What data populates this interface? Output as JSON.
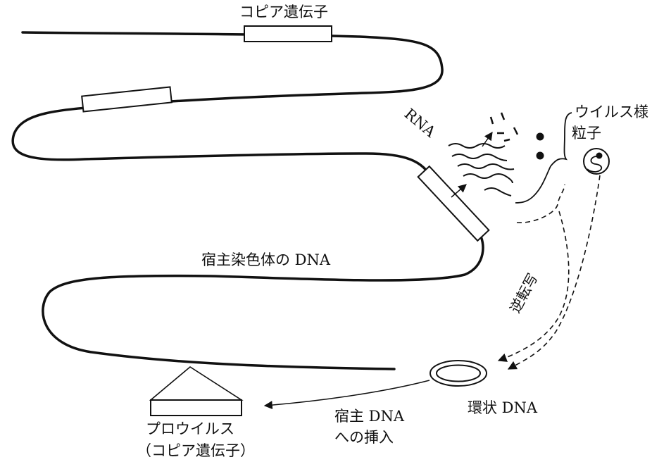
{
  "labels": {
    "copia_gene": "コピア遺伝子",
    "rna": "RNA",
    "virus_like_line1": "ウイルス様",
    "virus_like_line2": "粒子",
    "host_chromosome_dna": "宿主染色体の DNA",
    "reverse_transcription": "逆転写",
    "circular_dna": "環状 DNA",
    "host_insertion_line1": "宿主 DNA",
    "host_insertion_line2": "への挿入",
    "provirus": "プロウイルス",
    "provirus_sub": "（コピア遺伝子）"
  },
  "colors": {
    "ink": "#111111",
    "background": "#ffffff"
  }
}
